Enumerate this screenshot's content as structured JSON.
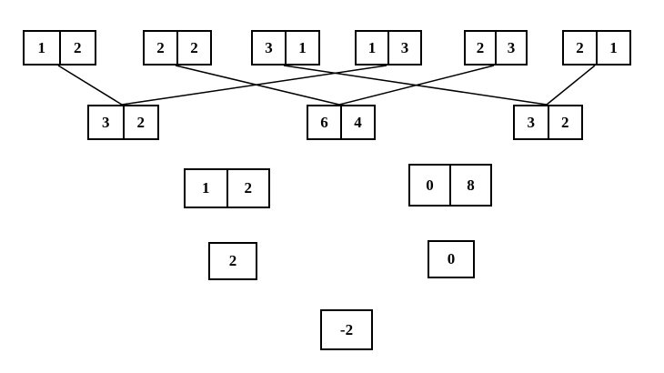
{
  "diagram": {
    "pairs_top": [
      {
        "id": "p1",
        "a": "1",
        "b": "2"
      },
      {
        "id": "p2",
        "a": "2",
        "b": "2"
      },
      {
        "id": "p3",
        "a": "3",
        "b": "1"
      },
      {
        "id": "p4",
        "a": "1",
        "b": "3"
      },
      {
        "id": "p5",
        "a": "2",
        "b": "3"
      },
      {
        "id": "p6",
        "a": "2",
        "b": "1"
      }
    ],
    "pairs_middle": [
      {
        "id": "m1",
        "a": "3",
        "b": "2"
      },
      {
        "id": "m2",
        "a": "6",
        "b": "4"
      },
      {
        "id": "m3",
        "a": "3",
        "b": "2"
      }
    ],
    "pairs_third": [
      {
        "id": "t1",
        "a": "1",
        "b": "2"
      },
      {
        "id": "t2",
        "a": "0",
        "b": "8"
      }
    ],
    "singles": [
      {
        "id": "s1",
        "value": "2"
      },
      {
        "id": "s2",
        "value": "0"
      }
    ],
    "result": {
      "id": "r1",
      "value": "-2"
    },
    "connections": [
      [
        "p1",
        "m1"
      ],
      [
        "p4",
        "m1"
      ],
      [
        "p2",
        "m2"
      ],
      [
        "p5",
        "m2"
      ],
      [
        "p3",
        "m3"
      ],
      [
        "p6",
        "m3"
      ]
    ]
  }
}
